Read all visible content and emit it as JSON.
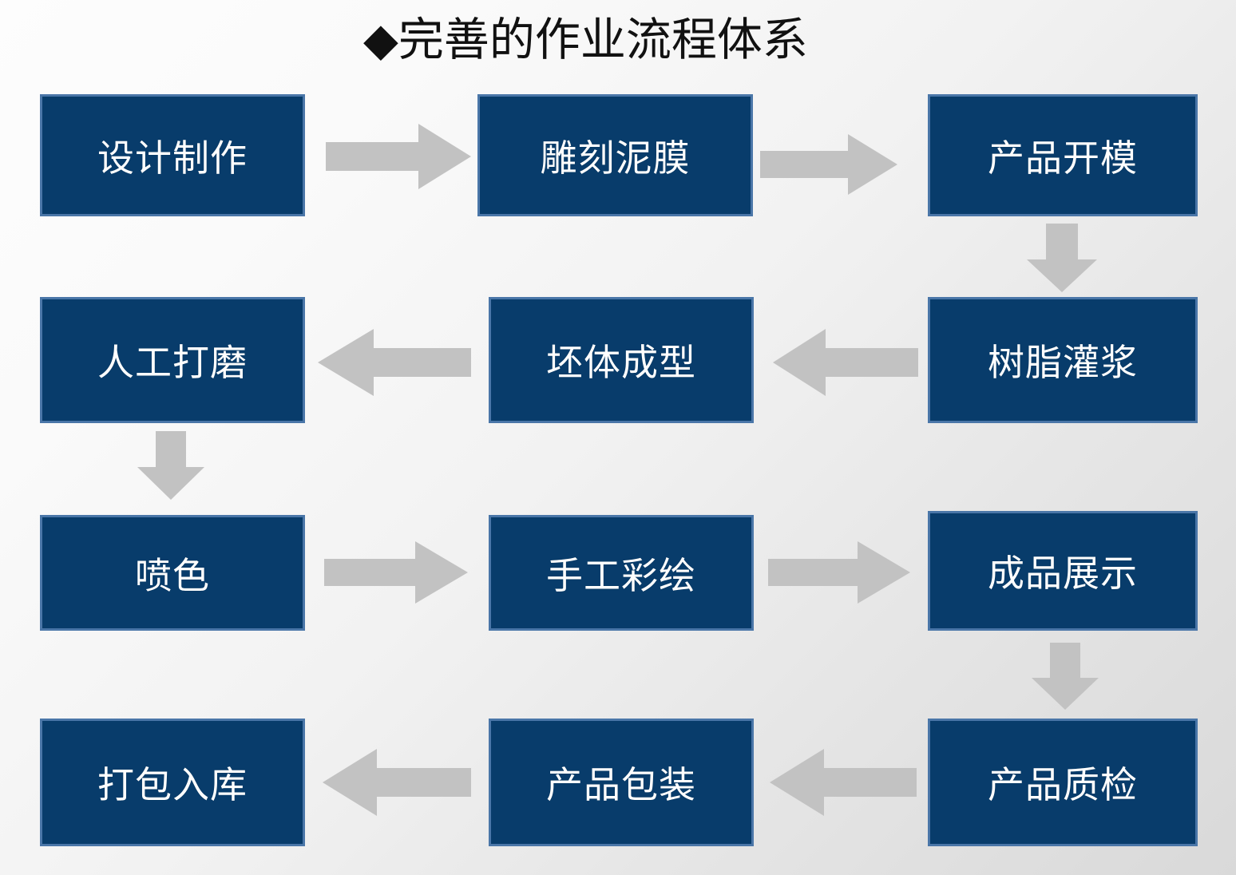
{
  "slide": {
    "title": "◆完善的作业流程体系",
    "background_start": "#fdfdfd",
    "background_end": "#d9d9d9"
  },
  "theme": {
    "box_fill": "#083c6b",
    "box_border": "#4a76a8",
    "box_text": "#ffffff",
    "arrow_color": "#c2c2c2",
    "title_color": "#111111"
  },
  "flow": {
    "nodes": [
      {
        "id": "n1",
        "label": "设计制作",
        "row": 1,
        "col": "a"
      },
      {
        "id": "n2",
        "label": "雕刻泥膜",
        "row": 1,
        "col": "b"
      },
      {
        "id": "n3",
        "label": "产品开模",
        "row": 1,
        "col": "c"
      },
      {
        "id": "n4",
        "label": "树脂灌浆",
        "row": 2,
        "col": "c"
      },
      {
        "id": "n5",
        "label": "坯体成型",
        "row": 2,
        "col": "b"
      },
      {
        "id": "n6",
        "label": "人工打磨",
        "row": 2,
        "col": "a"
      },
      {
        "id": "n7",
        "label": "喷色",
        "row": 3,
        "col": "a"
      },
      {
        "id": "n8",
        "label": "手工彩绘",
        "row": 3,
        "col": "b"
      },
      {
        "id": "n9",
        "label": "成品展示",
        "row": 3,
        "col": "c"
      },
      {
        "id": "n10",
        "label": "产品质检",
        "row": 4,
        "col": "c"
      },
      {
        "id": "n11",
        "label": "产品包装",
        "row": 4,
        "col": "b"
      },
      {
        "id": "n12",
        "label": "打包入库",
        "row": 4,
        "col": "a"
      }
    ],
    "connectors": [
      {
        "id": "c1",
        "from": "n1",
        "to": "n2",
        "direction": "right"
      },
      {
        "id": "c2",
        "from": "n2",
        "to": "n3",
        "direction": "right"
      },
      {
        "id": "c3",
        "from": "n3",
        "to": "n4",
        "direction": "down"
      },
      {
        "id": "c4",
        "from": "n4",
        "to": "n5",
        "direction": "left"
      },
      {
        "id": "c5",
        "from": "n5",
        "to": "n6",
        "direction": "left"
      },
      {
        "id": "c6",
        "from": "n6",
        "to": "n7",
        "direction": "down"
      },
      {
        "id": "c7",
        "from": "n7",
        "to": "n8",
        "direction": "right"
      },
      {
        "id": "c8",
        "from": "n8",
        "to": "n9",
        "direction": "right"
      },
      {
        "id": "c9",
        "from": "n9",
        "to": "n10",
        "direction": "down"
      },
      {
        "id": "c10",
        "from": "n10",
        "to": "n11",
        "direction": "left"
      },
      {
        "id": "c11",
        "from": "n11",
        "to": "n12",
        "direction": "left"
      }
    ]
  }
}
